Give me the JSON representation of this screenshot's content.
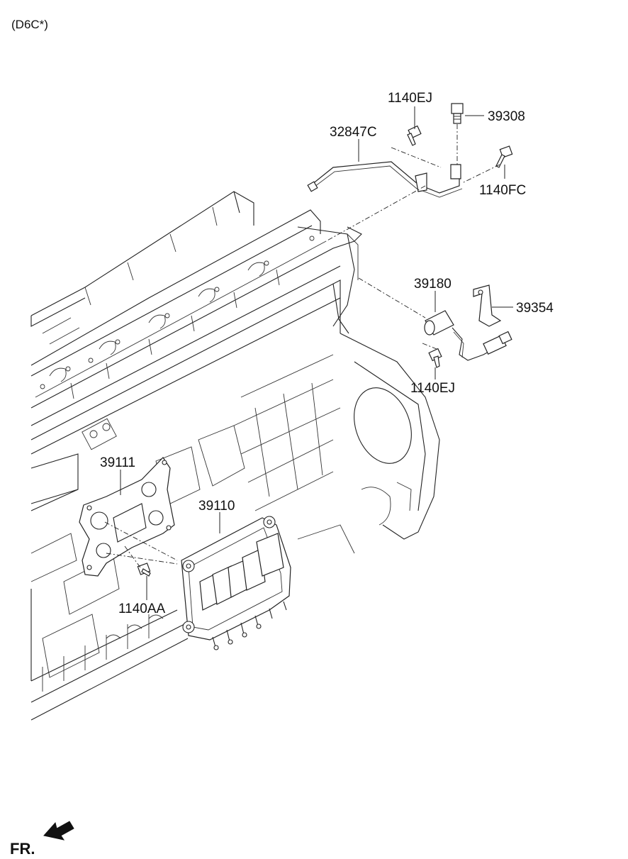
{
  "header": {
    "engine_code": "(D6C*)"
  },
  "parts": [
    {
      "id": "1140EJ",
      "label": "1140EJ"
    },
    {
      "id": "39308",
      "label": "39308"
    },
    {
      "id": "32847C",
      "label": "32847C"
    },
    {
      "id": "1140FC",
      "label": "1140FC"
    },
    {
      "id": "39180",
      "label": "39180"
    },
    {
      "id": "39354",
      "label": "39354"
    },
    {
      "id": "1140EJ_b",
      "label": "1140EJ"
    },
    {
      "id": "39111",
      "label": "39111"
    },
    {
      "id": "39110",
      "label": "39110"
    },
    {
      "id": "1140AA",
      "label": "1140AA"
    }
  ],
  "footer": {
    "direction_label": "FR."
  }
}
